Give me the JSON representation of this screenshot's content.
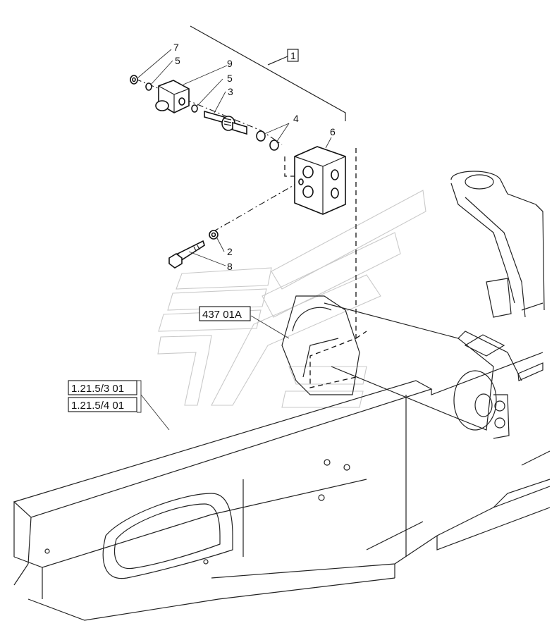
{
  "diagram": {
    "callouts": [
      {
        "id": "callout-7",
        "text": "7"
      },
      {
        "id": "callout-5a",
        "text": "5"
      },
      {
        "id": "callout-9",
        "text": "9"
      },
      {
        "id": "callout-5b",
        "text": "5"
      },
      {
        "id": "callout-3",
        "text": "3"
      },
      {
        "id": "callout-4",
        "text": "4"
      },
      {
        "id": "callout-6",
        "text": "6"
      },
      {
        "id": "callout-2",
        "text": "2"
      },
      {
        "id": "callout-8",
        "text": "8"
      }
    ],
    "assembly_box": "1",
    "references": {
      "ref_437": "437 01A",
      "ref_1_21_5_3": "1.21.5/3 01",
      "ref_1_21_5_4": "1.21.5/4 01"
    }
  }
}
